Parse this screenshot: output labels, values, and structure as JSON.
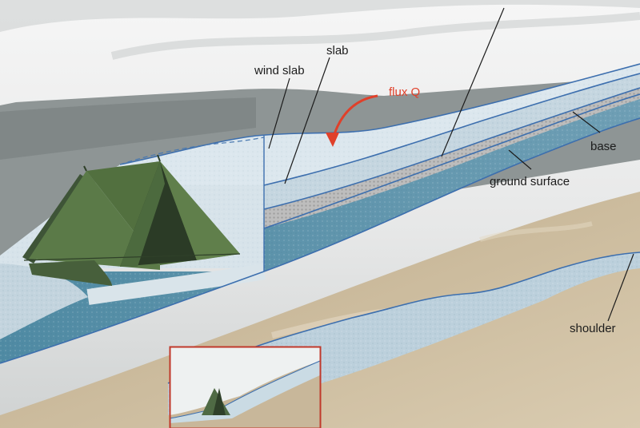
{
  "labels": {
    "wind_slab": "wind slab",
    "slab": "slab",
    "flux": "flux Q",
    "base": "base",
    "ground_surface": "ground surface",
    "shoulder": "shoulder"
  },
  "colors": {
    "sky_top": "#f4f4f4",
    "sky_band": "#8f9696",
    "cloud_dark": "#7c8383",
    "snow_light": "#dfe8ee",
    "snow_slab": "#c9d8e2",
    "snow_deep": "#5c91a8",
    "gravel": "#b9b9b9",
    "ground": "#c9b89a",
    "outline": "#3d6fae",
    "tent": "#4f6a44",
    "tent_dark": "#2f4029",
    "flux_red": "#e0402a",
    "inset_border": "#c0392b"
  }
}
